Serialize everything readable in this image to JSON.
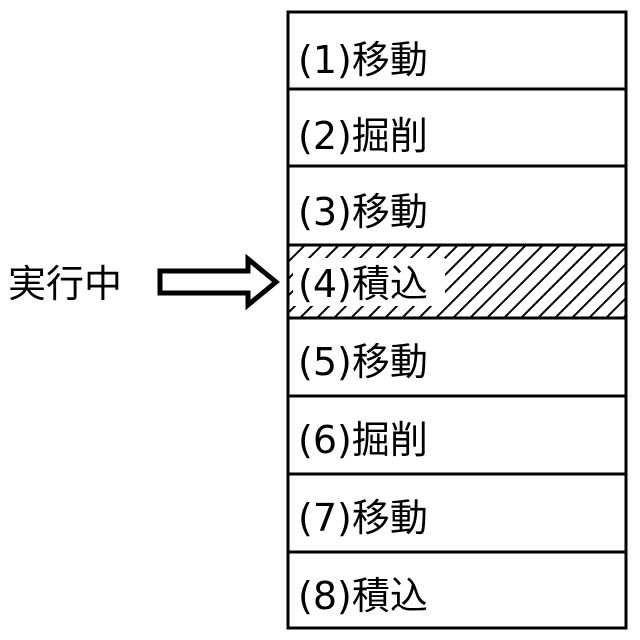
{
  "diagram": {
    "pointer_label": "実行中",
    "current_index": 3,
    "steps": [
      {
        "label": "(1)移動"
      },
      {
        "label": "(2)掘削"
      },
      {
        "label": "(3)移動"
      },
      {
        "label": "(4)積込"
      },
      {
        "label": "(5)移動"
      },
      {
        "label": "(6)掘削"
      },
      {
        "label": "(7)移動"
      },
      {
        "label": "(8)積込"
      }
    ]
  }
}
